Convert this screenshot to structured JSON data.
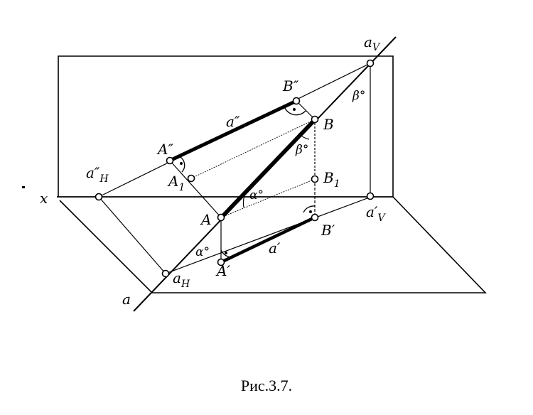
{
  "caption": "Рис.3.7.",
  "labels": {
    "aV": "a",
    "aV_sub": "V",
    "Bpp": "B″",
    "app": "a″",
    "B": "B",
    "beta_top": "β°",
    "beta_mid": "β°",
    "App": "A″",
    "aHpp": "a″",
    "aHpp_sub": "H",
    "A1": "A",
    "A1_sub": "1",
    "B1": "B",
    "B1_sub": "1",
    "x": "x",
    "A": "A",
    "alpha_mid": "α°",
    "aVp": "a′",
    "aVp_sub": "V",
    "Bp": "B′",
    "alpha_low": "α°",
    "Ap": "A′",
    "ap": "a′",
    "aH": "a",
    "aH_sub": "H",
    "a": "a"
  }
}
